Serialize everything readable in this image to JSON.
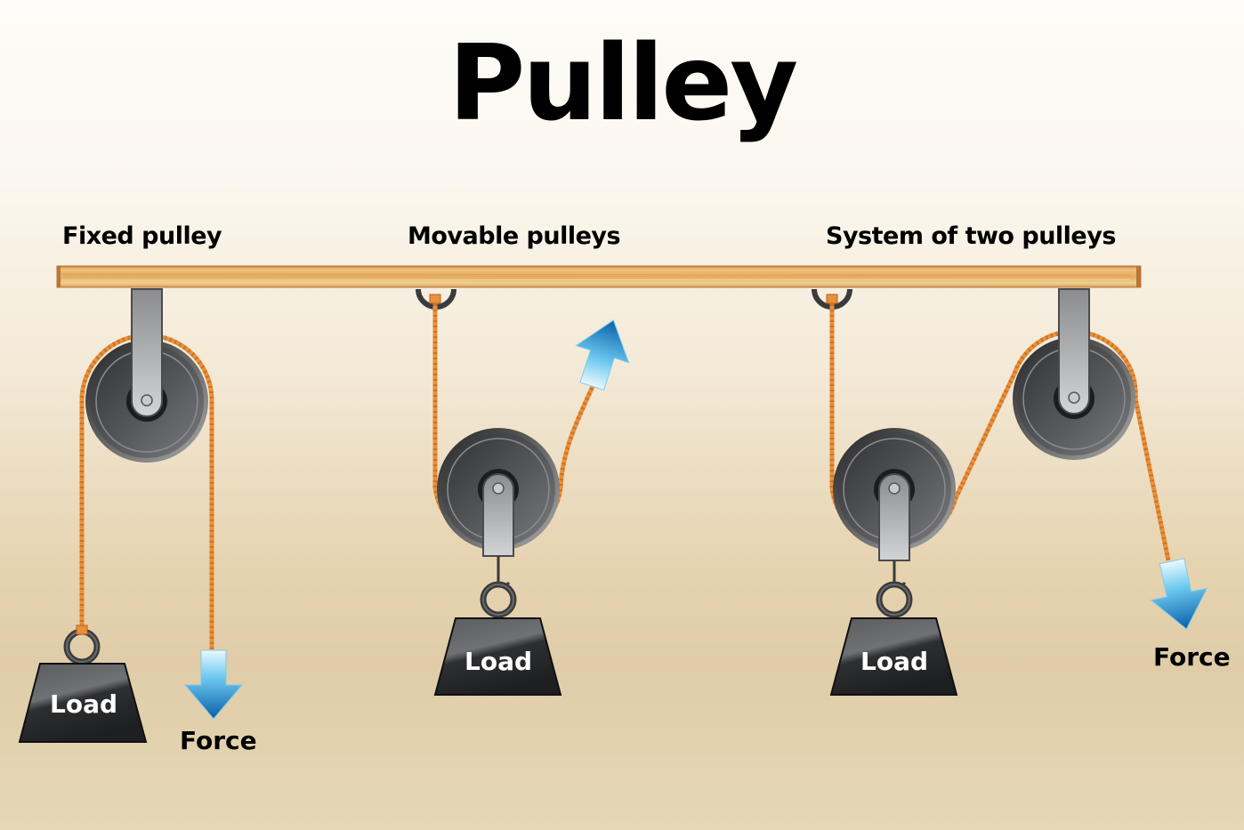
{
  "title": "Pulley",
  "colors": {
    "rope": "#e8903a",
    "beam": "#e8b56a",
    "pulley_dark": "#3a3b3d",
    "arrow_light": "#bfe9fb",
    "arrow_dark": "#0a5fa8"
  },
  "sections": [
    {
      "label": "Fixed pulley",
      "weight_label": "Load",
      "force_label": "Force",
      "force_direction": "down"
    },
    {
      "label": "Movable pulleys",
      "weight_label": "Load",
      "force_direction": "up"
    },
    {
      "label": "System of two pulleys",
      "weight_label": "Load",
      "force_label": "Force",
      "force_direction": "down"
    }
  ]
}
